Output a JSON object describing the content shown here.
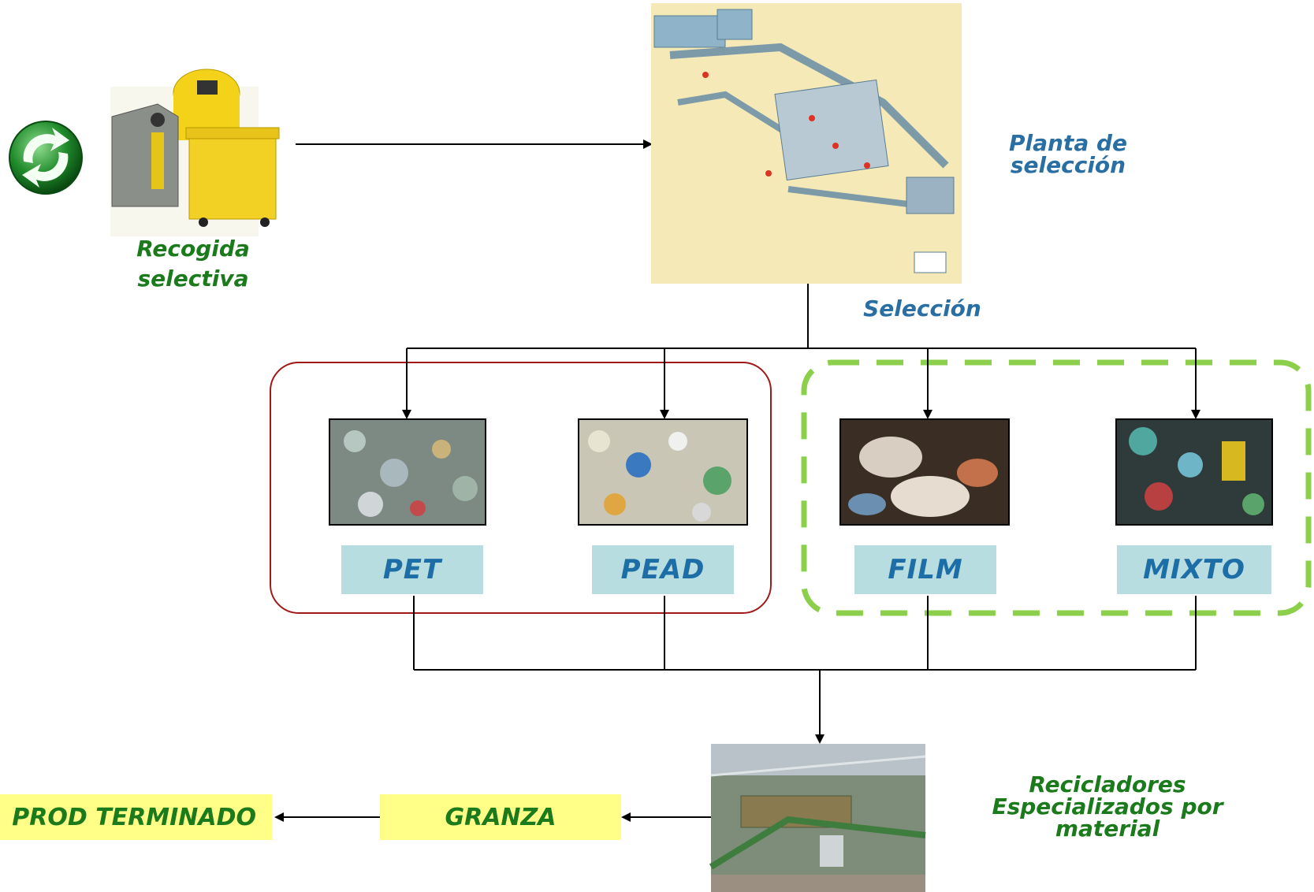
{
  "colors": {
    "recycle_green": "#1b7a1b",
    "label_blue": "#2a6fa3",
    "category_bg": "#b7dde0",
    "category_text": "#1d6ea7",
    "yellow_box": "#ffff88",
    "red_group_border": "#a01818",
    "green_group_border": "#8bcf4a"
  },
  "nodes": {
    "collection": {
      "label_line1": "Recogida",
      "label_line2": "selectiva",
      "icon": "recycle-icon"
    },
    "plant": {
      "label_line1": "Planta de",
      "label_line2": "selección",
      "image": "sorting-plant-illustration"
    },
    "selection": {
      "label": "Selección"
    },
    "categories": [
      {
        "label": "PET",
        "image": "pet-bottles-photo"
      },
      {
        "label": "PEAD",
        "image": "pead-containers-photo"
      },
      {
        "label": "FILM",
        "image": "film-waste-photo"
      },
      {
        "label": "MIXTO",
        "image": "mixed-plastic-photo"
      }
    ],
    "recyclers": {
      "label_line1": "Recicladores",
      "label_line2": "Especializados por",
      "label_line3": "material",
      "image": "recycling-factory-photo"
    },
    "pellets": {
      "label": "GRANZA"
    },
    "finished": {
      "label": "PROD TERMINADO"
    }
  }
}
